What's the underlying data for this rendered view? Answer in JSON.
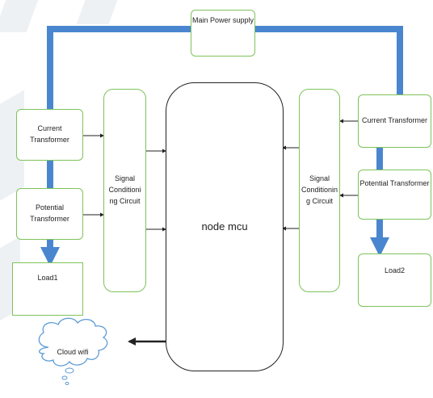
{
  "diagram": {
    "power_supply": "Main Power supply",
    "left": {
      "current_transformer": "Current Transformer",
      "potential_transformer_line1": "Potential",
      "potential_transformer_line2": "Transformer",
      "signal_conditioning_line1": "Signal",
      "signal_conditioning_line2": "Conditioni",
      "signal_conditioning_line3": "ng Circuit",
      "load": "Load1"
    },
    "right": {
      "current_transformer": "Current Transformer",
      "potential_transformer": "Potential Transformer",
      "signal_conditioning_line1": "Signal",
      "signal_conditioning_line2": "Conditionin",
      "signal_conditioning_line3": "g Circuit",
      "load": "Load2"
    },
    "controller": "node mcu",
    "cloud": "Cloud wifi"
  },
  "colors": {
    "power_line": "#4a86cf",
    "box_border": "#7ec35a",
    "signal_arrow": "#222222",
    "watermark": "#eef1f4"
  }
}
